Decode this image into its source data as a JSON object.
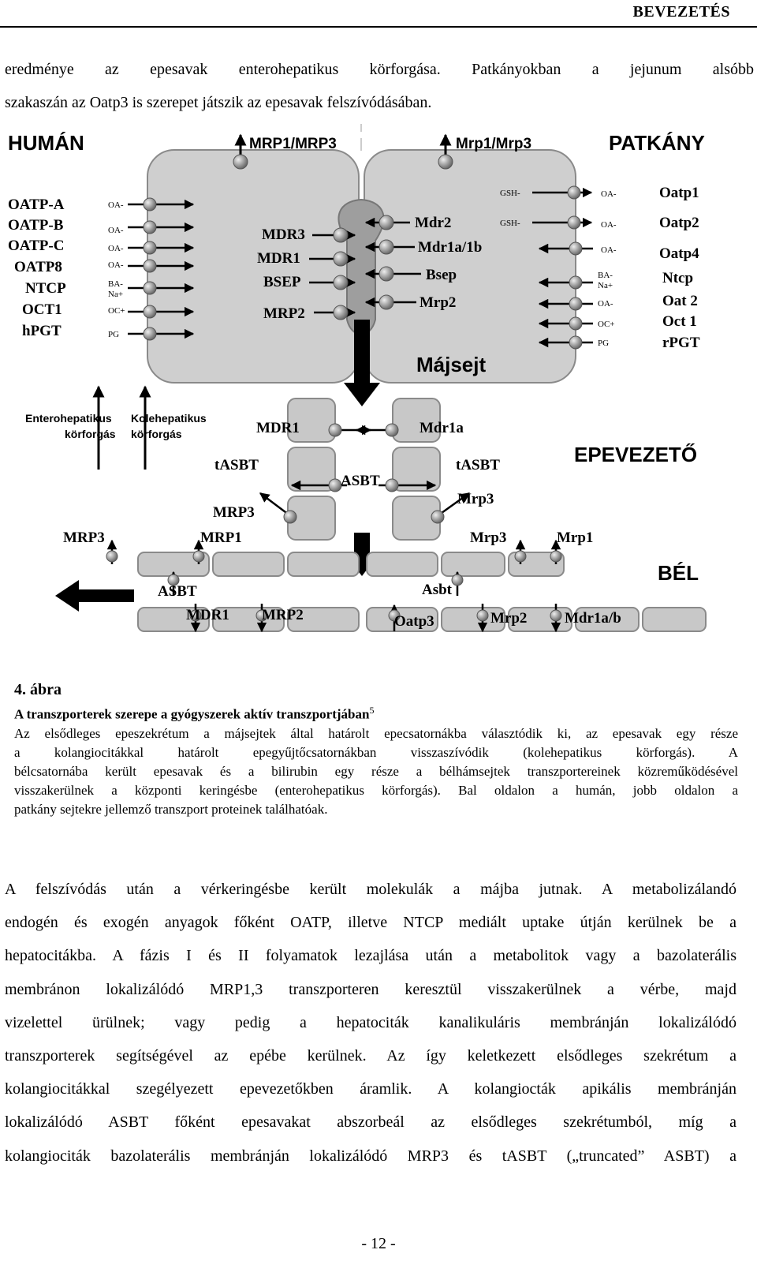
{
  "header": {
    "title": "BEVEZETÉS"
  },
  "intro_lines": [
    "eredménye az epesavak enterohepatikus körforgása. Patkányokban a jejunum alsóbb",
    "szakaszán az Oatp3 is szerepet játszik az epesavak felszívódásában."
  ],
  "figure": {
    "title_left": "HUMÁN",
    "title_right": "PATKÁNY",
    "top_left_transporter": "MRP1/MRP3",
    "top_right_transporter": "Mrp1/Mrp3",
    "human_uptake": [
      "OATP-A",
      "OATP-B",
      "OATP-C",
      "OATP8",
      "NTCP",
      "OCT1",
      "hPGT"
    ],
    "human_substrates": [
      "OA-",
      "OA-",
      "OA-",
      "OA-",
      "BA-",
      "Na+",
      "OC+",
      "PG"
    ],
    "human_canalicular": [
      "MDR3",
      "MDR1",
      "BSEP",
      "MRP2"
    ],
    "rat_canalicular": [
      "Mdr2",
      "Mdr1a/1b",
      "Bsep",
      "Mrp2"
    ],
    "rat_efflux_substrates": [
      "GSH-",
      "GSH-"
    ],
    "rat_substrates": [
      "OA-",
      "OA-",
      "OA-",
      "BA-",
      "Na+",
      "OA-",
      "OC+",
      "PG"
    ],
    "rat_uptake": [
      "Oatp1",
      "Oatp2",
      "Oatp4",
      "Ntcp",
      "Oat 2",
      "Oct 1",
      "rPGT"
    ],
    "hepatocyte_label": "Májsejt",
    "bile_duct_label": "EPEVEZETŐ",
    "intestine_label": "BÉL",
    "enterohepatic": [
      "Enterohepatikus",
      "körforgás"
    ],
    "cholehepatic": [
      "Kolehepatikus",
      "körforgás"
    ],
    "duct_labels": {
      "mdr1": "MDR1",
      "mdr1a": "Mdr1a",
      "tasbt_left": "tASBT",
      "tasbt_right": "tASBT",
      "asbt": "ASBT",
      "mrp3_left": "MRP3",
      "mrp3_right": "Mrp3"
    },
    "gut_labels": {
      "mrp3_left": "MRP3",
      "mrp1_left": "MRP1",
      "mrp3_right": "Mrp3",
      "mrp1_right": "Mrp1",
      "asbt_left": "ASBT",
      "asbt_right": "Asbt",
      "mdr1": "MDR1",
      "mrp2_left": "MRP2",
      "oatp3": "Oatp3",
      "mrp2_right": "Mrp2",
      "mdr1ab": "Mdr1a/b"
    }
  },
  "caption": {
    "figure_number": "4. ábra",
    "title": "A transzporterek szerepe a gyógyszerek aktív transzportjában",
    "title_ref": "5",
    "lines": [
      "Az elsődleges epeszekrétum a májsejtek által határolt epecsatornákba választódik ki, az epesavak egy része",
      "a kolangiocitákkal határolt epegyűjtőcsatornákban visszaszívódik (kolehepatikus körforgás). A",
      "bélcsatornába került epesavak és a bilirubin egy része a bélhámsejtek transzportereinek közreműködésével",
      "visszakerülnek a központi keringésbe (enterohepatikus körforgás). Bal oldalon a humán, jobb oldalon a",
      "patkány sejtekre jellemző transzport proteinek találhatóak."
    ]
  },
  "body_lines": [
    "A felszívódás után a vérkeringésbe került molekulák a májba jutnak. A metabolizálandó",
    "endogén és exogén anyagok főként OATP, illetve NTCP mediált uptake útján kerülnek be a",
    "hepatocitákba. A fázis I és II folyamatok lezajlása után a metabolitok vagy a bazolaterális",
    "membránon lokalizálódó MRP1,3 transzporteren keresztül visszakerülnek a vérbe, majd",
    "vizelettel ürülnek; vagy pedig a hepatociták kanalikuláris membránján lokalizálódó",
    "transzporterek segítségével az epébe kerülnek. Az így keletkezett elsődleges szekrétum a",
    "kolangiocitákkal szegélyezett epevezetőkben áramlik. A kolangiocták apikális membránján",
    "lokalizálódó ASBT főként epesavakat abszorbeál az elsődleges szekrétumból, míg a",
    "kolangiociták bazolaterális membránján lokalizálódó MRP3 és tASBT („truncated” ASBT) a"
  ],
  "footer": {
    "page": "- 12 -"
  }
}
